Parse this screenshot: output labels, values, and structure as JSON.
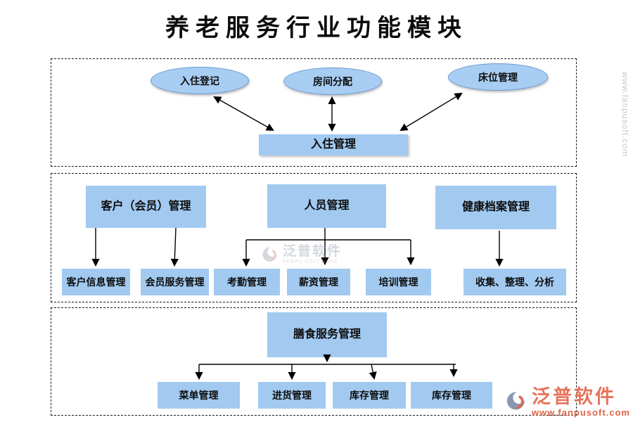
{
  "title": "养老服务行业功能模块",
  "sections": {
    "checkin": {
      "ellipses": [
        {
          "label": "入住登记"
        },
        {
          "label": "房间分配"
        },
        {
          "label": "床位管理"
        }
      ],
      "hub": {
        "label": "入住管理"
      }
    },
    "management": {
      "parents": [
        {
          "label": "客户（会员）管理"
        },
        {
          "label": "人员管理"
        },
        {
          "label": "健康档案管理"
        }
      ],
      "children": [
        {
          "label": "客户信息管理"
        },
        {
          "label": "会员服务管理"
        },
        {
          "label": "考勤管理"
        },
        {
          "label": "薪资管理"
        },
        {
          "label": "培训管理"
        },
        {
          "label": "收集、整理、分析"
        }
      ]
    },
    "meal": {
      "parent": {
        "label": "膳食服务管理"
      },
      "children": [
        {
          "label": "菜单管理"
        },
        {
          "label": "进货管理"
        },
        {
          "label": "库存管理"
        },
        {
          "label": "库存管理"
        }
      ]
    }
  },
  "watermarks": {
    "center": {
      "brand": "泛普软件",
      "sub": "FANPU SOFTWARE"
    },
    "corner": {
      "brand": "泛普软件",
      "url": "www.fanpusoft.com"
    },
    "side": {
      "url": "www.fanpusoft.com"
    }
  },
  "colors": {
    "box_fill": "#A2CAF1",
    "ellipse_border": "#6D9BD1",
    "arrow": "#000000",
    "dashed_border": "#1a1a1a",
    "watermark_brand": "#E4745C",
    "watermark_url": "#DC6448",
    "text": "#0d0d0d"
  }
}
